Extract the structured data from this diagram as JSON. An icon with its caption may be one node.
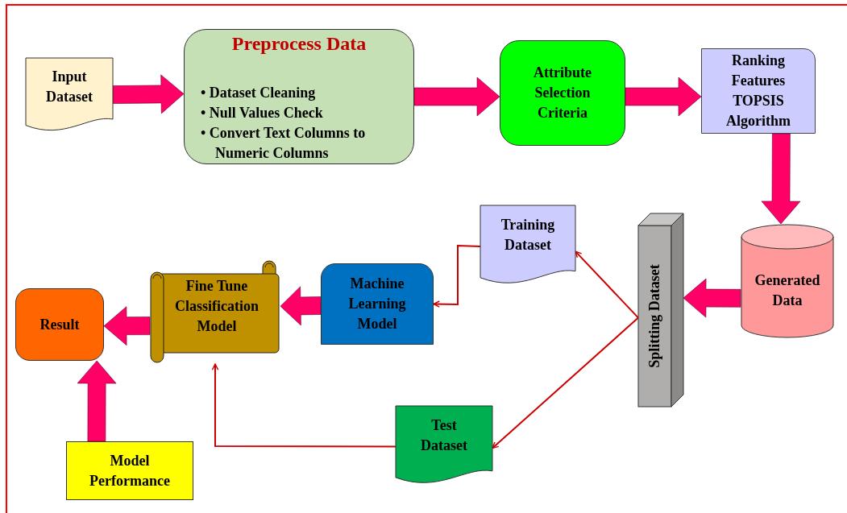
{
  "diagram": {
    "nodes": [
      {
        "text": [
          "Input Dataset"
        ]
      },
      {
        "text": [
          "Preprocess Data",
          "• Dataset Cleaning",
          "• Null Values Check",
          "• Convert Text Columns to Numeric Columns"
        ]
      },
      {
        "text": [
          "Attribute Selection Criteria"
        ]
      },
      {
        "text": [
          "Ranking Features TOPSIS Algorithm"
        ]
      },
      {
        "text": [
          "Generated Data"
        ]
      },
      {
        "text": [
          "Splitting Dataset"
        ]
      },
      {
        "text": [
          "Training Dataset"
        ]
      },
      {
        "text": [
          "Machine Learning Model"
        ]
      },
      {
        "text": [
          "Fine Tune Classification Model"
        ]
      },
      {
        "text": [
          "Result"
        ]
      },
      {
        "text": [
          "Model Performance"
        ]
      },
      {
        "text": [
          "Test Dataset"
        ]
      }
    ],
    "edges": [
      {
        "from": 0,
        "to": 1,
        "arrow": "to",
        "style": "thick"
      },
      {
        "from": 1,
        "to": 2,
        "arrow": "to",
        "style": "thick"
      },
      {
        "from": 2,
        "to": 3,
        "arrow": "to",
        "style": "thick"
      },
      {
        "from": 3,
        "to": 4,
        "arrow": "to",
        "style": "thick"
      },
      {
        "from": 4,
        "to": 5,
        "arrow": "to",
        "style": "thick"
      },
      {
        "from": 5,
        "to": 6,
        "arrow": "to",
        "color": "#cc0000"
      },
      {
        "from": 5,
        "to": 11,
        "arrow": "to",
        "color": "#cc0000"
      },
      {
        "from": 6,
        "to": 7,
        "arrow": "to",
        "color": "#cc0000"
      },
      {
        "from": 11,
        "to": 8,
        "arrow": "to",
        "color": "#cc0000"
      },
      {
        "from": 7,
        "to": 8,
        "arrow": "to",
        "style": "thick"
      },
      {
        "from": 8,
        "to": 9,
        "arrow": "to",
        "style": "thick"
      },
      {
        "from": 10,
        "to": 9,
        "arrow": "to",
        "style": "thick"
      }
    ]
  }
}
